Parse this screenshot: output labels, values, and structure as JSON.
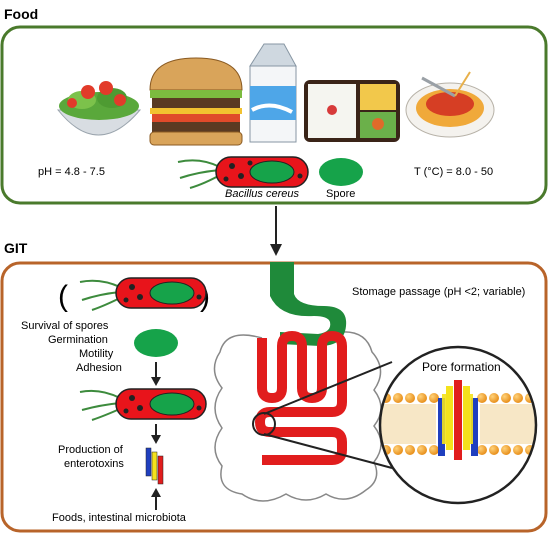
{
  "sections": {
    "food": {
      "title": "Food",
      "ph": "pH = 4.8 - 7.5",
      "temp": "T (°C) = 8.0 - 50",
      "organism": "Bacillus cereus",
      "spore": "Spore"
    },
    "git": {
      "title": "GIT",
      "stomach": "Stomage passage (pH <2; variable)",
      "steps": [
        "Survival of spores",
        "Germination",
        "Motility",
        "Adhesion"
      ],
      "production_line1": "Production of",
      "production_line2": "enterotoxins",
      "foods": "Foods, intestinal microbiota",
      "pore": "Pore formation"
    }
  },
  "colors": {
    "frame_green": "#4a7a2c",
    "frame_brown": "#b8642a",
    "bacterium_red": "#e8141b",
    "spore_green": "#16a34a",
    "flagella_green": "#3d8b3d",
    "stomach_green": "#1f8a3a",
    "intestine_red": "#e11d1d",
    "membrane_orange": "#f5a623",
    "toxin_blue": "#1f3fbf",
    "toxin_yellow": "#f4e21c"
  },
  "icons": [
    "salad-icon",
    "burger-icon",
    "milk-carton-icon",
    "bento-box-icon",
    "spaghetti-icon"
  ]
}
